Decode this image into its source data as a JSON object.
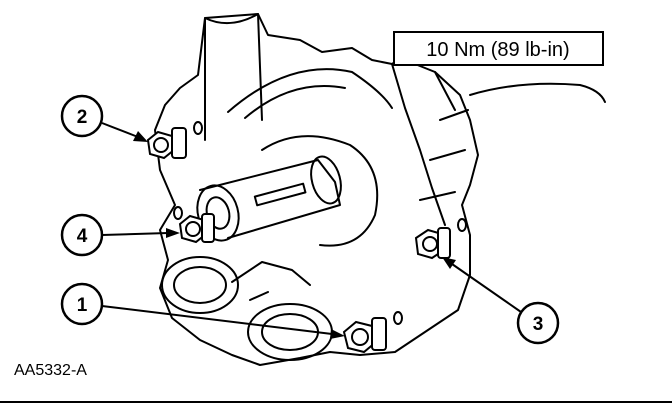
{
  "torque_spec": "10 Nm (89 lb-in)",
  "figure_id": "AA5332-A",
  "callouts": [
    {
      "label": "2"
    },
    {
      "label": "4"
    },
    {
      "label": "1"
    },
    {
      "label": "3"
    }
  ]
}
